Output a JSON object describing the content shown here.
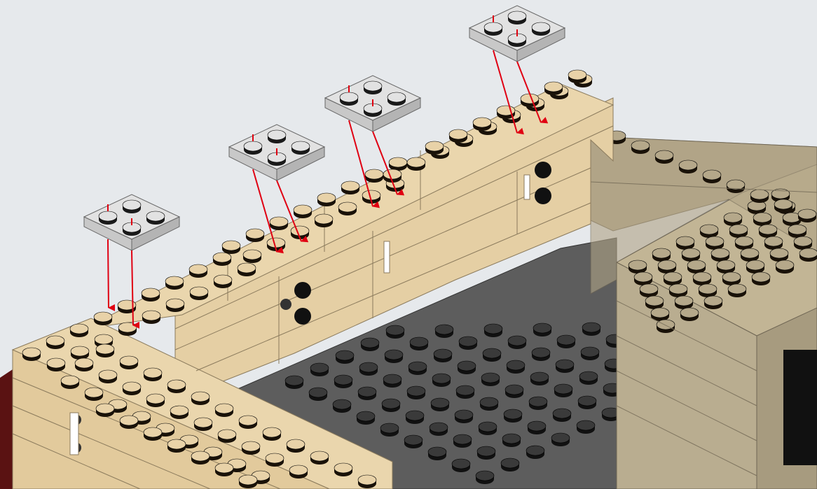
{
  "instruction_step": {
    "new_pieces": [
      {
        "part": "plate-2x2",
        "color": "#e2e2e2",
        "marks_holes": [
          "front-left",
          "front-right"
        ]
      },
      {
        "part": "plate-2x2",
        "color": "#e2e2e2",
        "marks_holes": [
          "front-left",
          "front-right"
        ]
      },
      {
        "part": "plate-2x2",
        "color": "#e2e2e2",
        "marks_holes": [
          "front-left",
          "front-right"
        ]
      },
      {
        "part": "plate-2x2",
        "color": "#e2e2e2",
        "marks_holes": [
          "front-left",
          "front-right"
        ]
      }
    ],
    "placement_arrow_color": "#e00012",
    "model_colors": {
      "tan": "#e8d2a8",
      "dark_tan": "#b5a88a",
      "dark_bluish_gray": "#5d5d5d",
      "black": "#101010",
      "dark_red": "#5a1212",
      "background": "#e6e9ec"
    }
  }
}
